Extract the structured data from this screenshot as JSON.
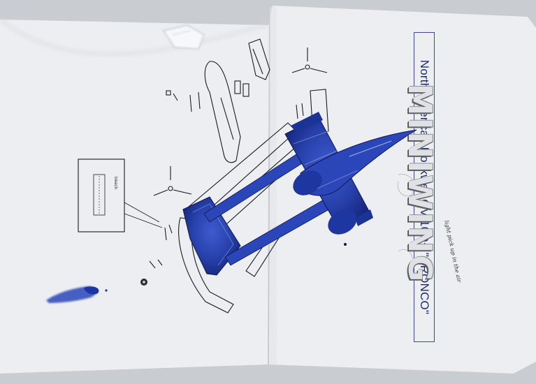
{
  "instructions": {
    "title": "North American Rockwell OV-10D+ \"BRONCO\"",
    "brand": "MINIWING",
    "slogan": "light pick up in the air",
    "decal_label": "bleach"
  },
  "colors": {
    "paper": "#eceef1",
    "paint_blue": "#2a46b8",
    "ink": "#1e2a70"
  }
}
